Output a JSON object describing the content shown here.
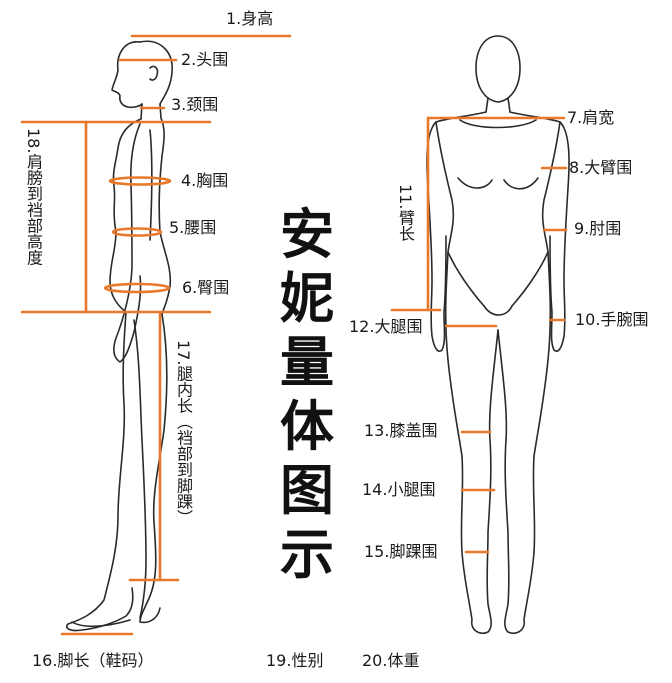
{
  "title_chars": [
    "安",
    "妮",
    "量",
    "体",
    "图",
    "示"
  ],
  "labels": {
    "height": "1.身高",
    "head": "2.头围",
    "neck": "3.颈围",
    "chest": "4.胸围",
    "waist": "5.腰围",
    "hip": "6.臀围",
    "shoulder_width": "7.肩宽",
    "upper_arm": "8.大臂围",
    "elbow": "9.肘围",
    "wrist": "10.手腕围",
    "arm_length": "11.臂长",
    "thigh": "12.大腿围",
    "knee": "13.膝盖围",
    "calf": "14.小腿围",
    "ankle": "15.脚踝围",
    "foot_length": "16.脚长（鞋码）",
    "inseam": "17.腿内长（裆部到脚踝）",
    "shoulder_to_crotch": "18.肩膀到裆部高度",
    "gender": "19.性别",
    "weight": "20.体重"
  },
  "colors": {
    "measure_line": "#e8792b",
    "outline": "#2a2a2a"
  }
}
